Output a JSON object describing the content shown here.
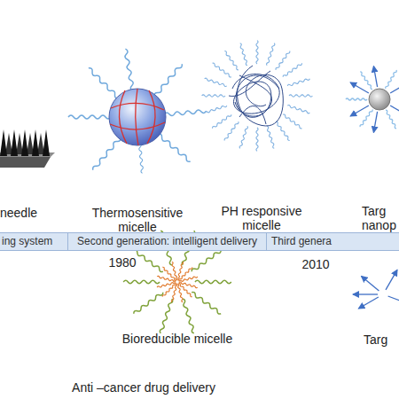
{
  "diagram": {
    "caption": "Anti –cancer drug delivery",
    "nodes": [
      {
        "text": [
          "ing system"
        ]
      },
      {
        "text": [
          "Second generation: intelligent delivery"
        ]
      },
      {
        "text": [
          "Third genera"
        ]
      }
    ],
    "labels": [
      "needle",
      "Thermosensitive micelle",
      "PH responsive micelle",
      "Targ nanop",
      "1980",
      "2010",
      "Bioreducible micelle",
      "Targ"
    ]
  }
}
